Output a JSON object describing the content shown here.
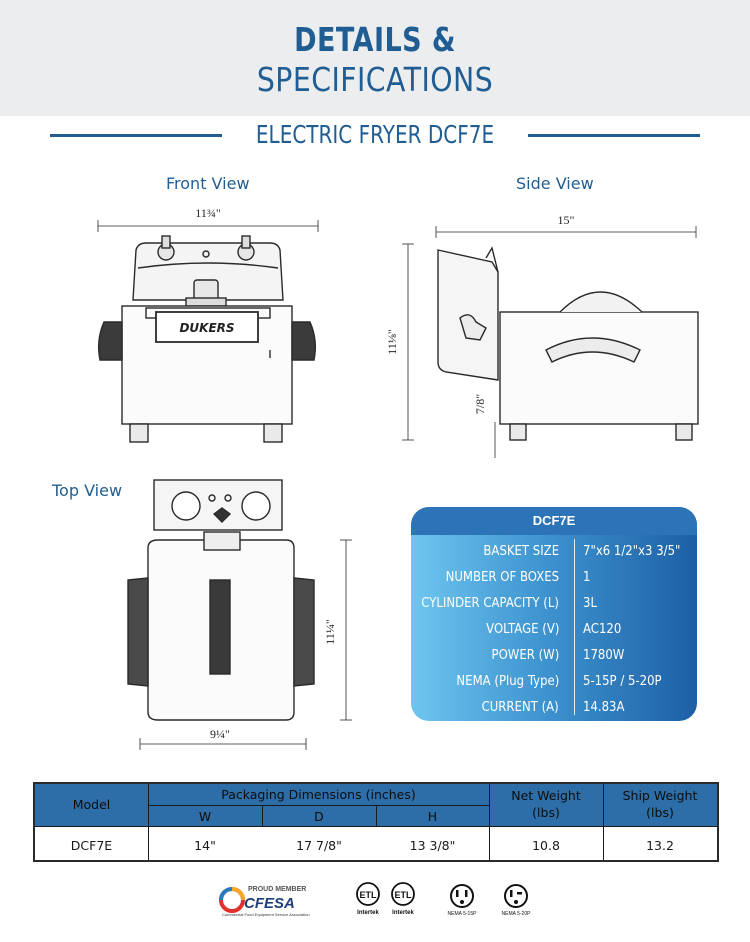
{
  "header": {
    "title_line1": "DETAILS &",
    "title_line2": "SPECIFICATIONS"
  },
  "subtitle": "ELECTRIC FRYER DCF7E",
  "views": {
    "front": {
      "label": "Front View",
      "width_dim": "11¾\""
    },
    "side": {
      "label": "Side View",
      "depth_dim": "15\"",
      "height_dim": "11⅛\"",
      "leg_dim": "7/8\""
    },
    "top": {
      "label": "Top View",
      "depth_dim": "11¼\"",
      "width_dim": "9¼\""
    }
  },
  "brand": "DUKERS",
  "spec_card": {
    "title": "DCF7E",
    "rows": [
      {
        "label": "BASKET SIZE",
        "value": "7\"x6 1/2\"x3 3/5\""
      },
      {
        "label": "NUMBER OF BOXES",
        "value": "1"
      },
      {
        "label": "CYLINDER CAPACITY (L)",
        "value": "3L"
      },
      {
        "label": "VOLTAGE (V)",
        "value": "AC120"
      },
      {
        "label": "POWER (W)",
        "value": "1780W"
      },
      {
        "label": "NEMA (Plug Type)",
        "value": "5-15P / 5-20P"
      },
      {
        "label": "CURRENT (A)",
        "value": "14.83A"
      }
    ]
  },
  "table": {
    "headers": {
      "model": "Model",
      "packaging": "Packaging Dimensions (inches)",
      "w": "W",
      "d": "D",
      "h": "H",
      "net": "Net Weight",
      "net_unit": "(lbs)",
      "ship": "Ship Weight",
      "ship_unit": "(lbs)"
    },
    "row": {
      "model": "DCF7E",
      "w": "14\"",
      "d": "17 7/8\"",
      "h": "13 3/8\"",
      "net": "10.8",
      "ship": "13.2"
    }
  },
  "logos": {
    "cfesa_top": "PROUD MEMBER",
    "cfesa_name": "CFESA",
    "cfesa_sub": "Commercial Food Equipment Service Association",
    "etl1": "Intertek",
    "etl2": "Intertek",
    "nema1": "NEMA 5-15P",
    "nema2": "NEMA 5-20P"
  },
  "colors": {
    "brand_blue": "#1f5d93",
    "table_header": "#2d6ea8"
  }
}
